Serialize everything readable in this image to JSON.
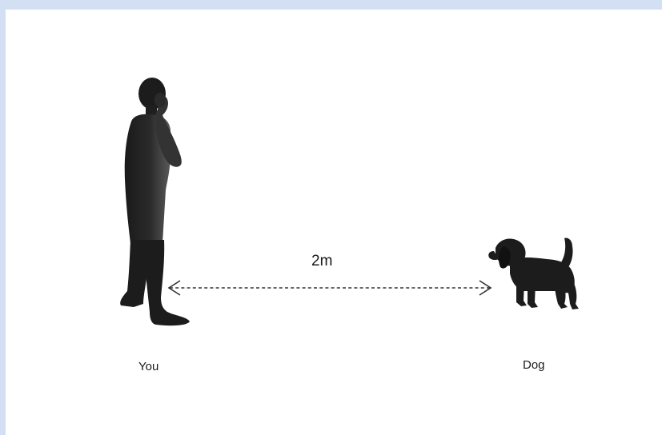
{
  "labels": {
    "person": "You",
    "dog": "Dog",
    "distance": "2m"
  },
  "icons": {
    "person": "person-on-phone-silhouette-icon",
    "dog": "dog-silhouette-icon",
    "arrow": "double-headed-dashed-arrow-icon"
  },
  "colors": {
    "background": "#d3e0f4",
    "canvas": "#ffffff",
    "silhouette": "#1c1c1c",
    "arrow": "#333333"
  }
}
